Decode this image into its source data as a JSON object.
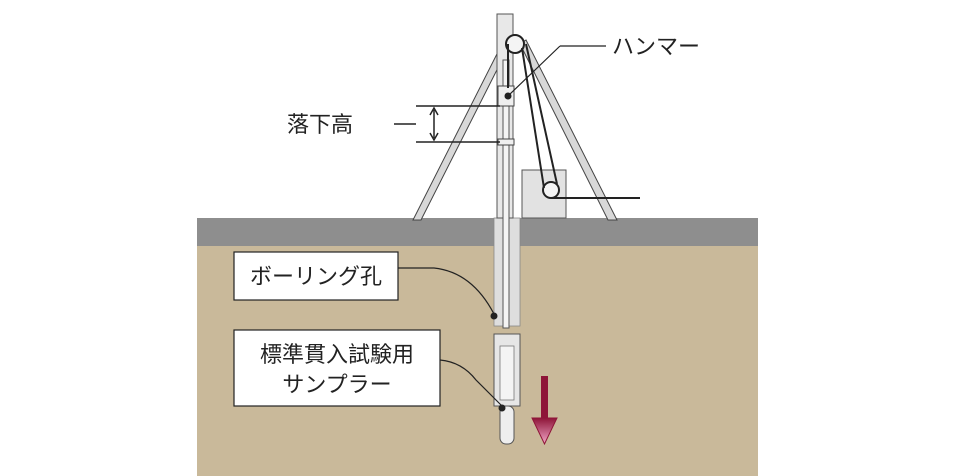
{
  "labels": {
    "hammer": "ハンマー",
    "drop_height": "落下高",
    "borehole": "ボーリング孔",
    "sampler_line1": "標準貫入試験用",
    "sampler_line2": "サンプラー"
  },
  "colors": {
    "soil": "#c9b99a",
    "ground_surface": "#8e8e8e",
    "tower_frame": "#d8d8d8",
    "borehole": "#dedede",
    "outline": "#444444",
    "cable": "#222222",
    "arrow_fill": "#8e1538",
    "arrow_tip": "#f2a6c8",
    "label_box_fill": "#ffffff",
    "background": "#ffffff"
  }
}
